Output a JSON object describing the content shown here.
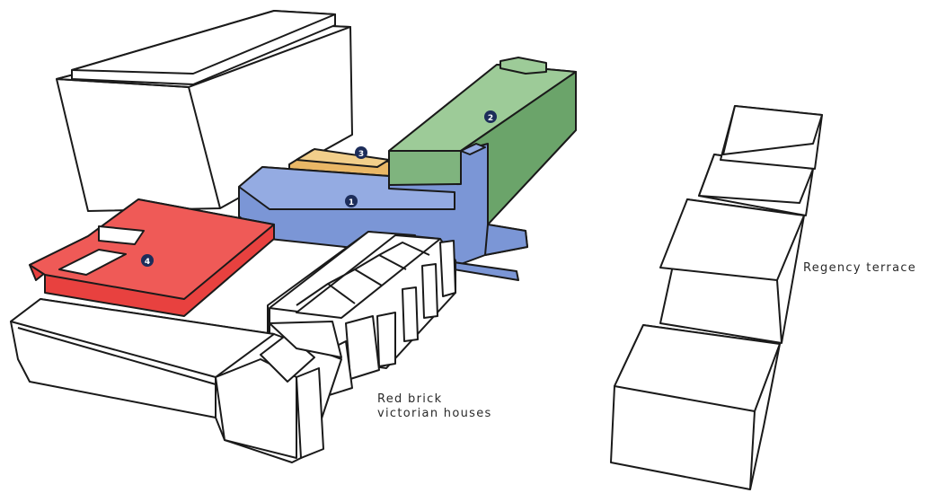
{
  "labels": {
    "regency": "Regency terrace",
    "victorian_line1": "Red brick",
    "victorian_line2": "victorian houses"
  },
  "markers": [
    "1",
    "2",
    "3",
    "4"
  ],
  "colors": {
    "blue_building": "#7b96d6",
    "green_building": "#7fb47e",
    "orange_building": "#e9b766",
    "red_building": "#e8413f",
    "outline": "#1a1a1a",
    "marker_fill": "#1d2d5a"
  }
}
